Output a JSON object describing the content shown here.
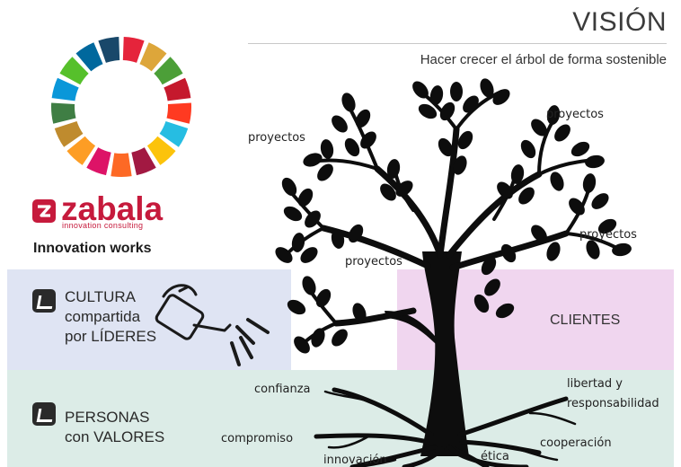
{
  "header": {
    "title": "VISIÓN",
    "subtitle": "Hacer crecer el árbol de forma sostenible"
  },
  "brand": {
    "logo_word": "zabala",
    "logo_sub": "innovation consulting",
    "tagline": "Innovation works"
  },
  "sdg_wheel": {
    "icon": "sdg-wheel-icon",
    "colors": [
      "#e5243b",
      "#dda63a",
      "#4c9f38",
      "#c5192d",
      "#ff3a21",
      "#26bde2",
      "#fcc30b",
      "#a21942",
      "#fd6925",
      "#dd1367",
      "#fd9d24",
      "#bf8b2e",
      "#3f7e44",
      "#0a97d9",
      "#56c02b",
      "#00689d",
      "#19486a"
    ]
  },
  "blocks": {
    "cultura": {
      "line1": "CULTURA",
      "line2": "compartida",
      "line3": "por LÍDERES",
      "icon": "watering-can-icon"
    },
    "personas": {
      "line1": "PERSONAS",
      "line2": "con VALORES"
    },
    "clientes": "CLIENTES"
  },
  "tree": {
    "branch_labels": [
      "proyectos",
      "proyectos",
      "proyectos",
      "proyectos"
    ],
    "root_labels": [
      "confianza",
      "compromiso",
      "innovación",
      "ética",
      "cooperación",
      "libertad y",
      "responsabilidad"
    ]
  },
  "colors": {
    "brand_red": "#c61a3c",
    "cultura_bg": "#dfe4f3",
    "clientes_bg": "#f0d6ef",
    "personas_bg": "#dcece7",
    "tree": "#0d0d0d"
  }
}
